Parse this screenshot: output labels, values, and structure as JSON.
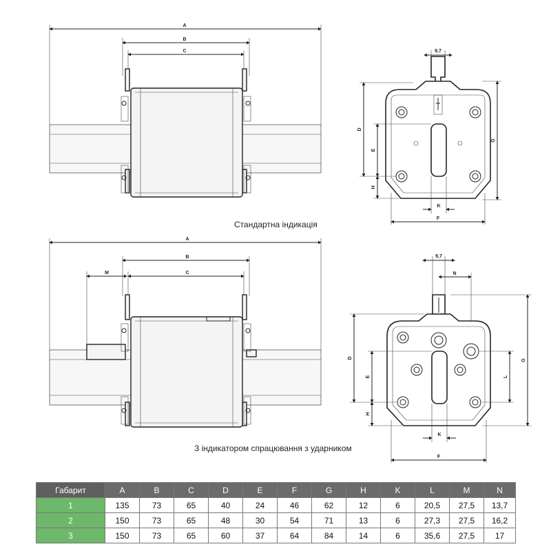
{
  "captions": {
    "standard": "Стандартна  індикація",
    "striker": "З індикатором спрацювання з ударником"
  },
  "dimension_labels": {
    "A": "A",
    "B": "B",
    "C": "C",
    "D": "D",
    "E": "E",
    "F": "F",
    "G": "G",
    "H": "H",
    "K": "K",
    "L": "L",
    "M": "M",
    "N": "N",
    "slot": "9,7"
  },
  "table": {
    "header": [
      "Габарит",
      "A",
      "B",
      "C",
      "D",
      "E",
      "F",
      "G",
      "H",
      "K",
      "L",
      "M",
      "N"
    ],
    "rows": [
      [
        "1",
        "135",
        "73",
        "65",
        "40",
        "24",
        "46",
        "62",
        "12",
        "6",
        "20,5",
        "27,5",
        "13,7"
      ],
      [
        "2",
        "150",
        "73",
        "65",
        "48",
        "30",
        "54",
        "71",
        "13",
        "6",
        "27,3",
        "27,5",
        "16,2"
      ],
      [
        "3",
        "150",
        "73",
        "65",
        "60",
        "37",
        "64",
        "84",
        "14",
        "6",
        "35,6",
        "27,5",
        "17"
      ]
    ]
  },
  "colors": {
    "header_bg": "#6b6b6b",
    "row_label_bg": "#6db86a"
  }
}
